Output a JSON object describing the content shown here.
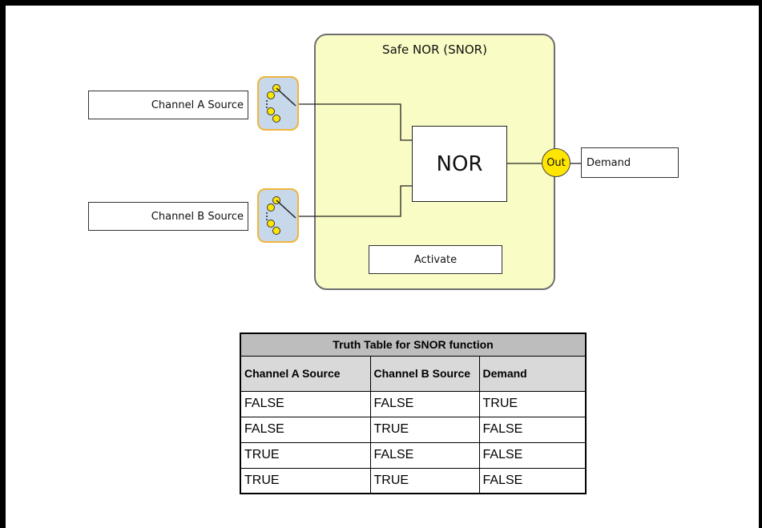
{
  "diagram": {
    "block_title": "Safe NOR (SNOR)",
    "function_label": "NOR",
    "output_port": "Out",
    "output_label": "Demand",
    "activate_label": "Activate",
    "inputs": [
      "Channel A Source",
      "Channel B Source"
    ],
    "colors": {
      "block_fill": "#fafcc5",
      "port_fill": "#ffe600",
      "switch_fill": "#c6d8ea",
      "switch_border": "#f0b53c"
    }
  },
  "truth_table": {
    "caption": "Truth Table for SNOR function",
    "columns": [
      "Channel A Source",
      "Channel B Source",
      "Demand"
    ],
    "rows": [
      [
        "FALSE",
        "FALSE",
        "TRUE"
      ],
      [
        "FALSE",
        "TRUE",
        "FALSE"
      ],
      [
        "TRUE",
        "FALSE",
        "FALSE"
      ],
      [
        "TRUE",
        "TRUE",
        "FALSE"
      ]
    ]
  }
}
